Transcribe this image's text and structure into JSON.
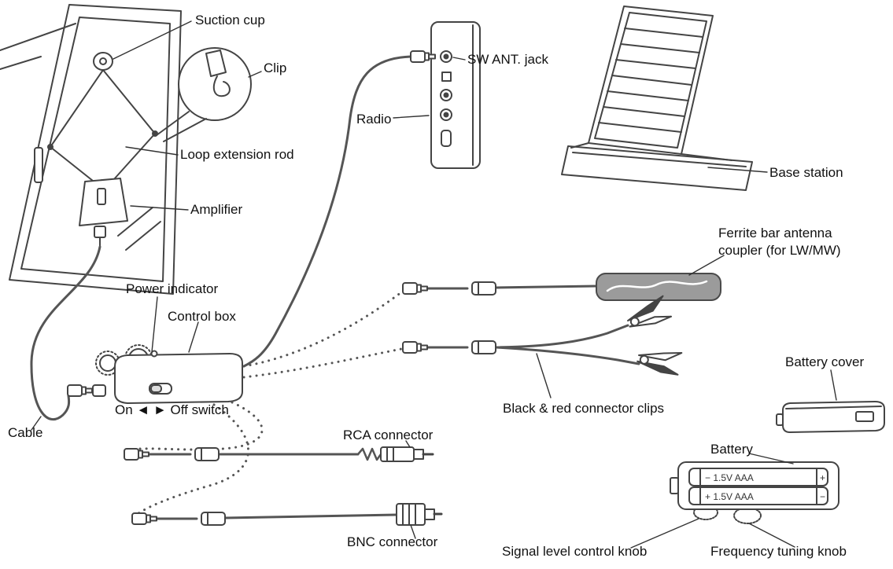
{
  "colors": {
    "line": "#444444",
    "cable": "#555555",
    "ferrite_fill": "#9b9b9b",
    "background": "#ffffff",
    "text": "#111111"
  },
  "labels": {
    "suction_cup": "Suction cup",
    "clip": "Clip",
    "loop_extension_rod": "Loop extension rod",
    "amplifier": "Amplifier",
    "sw_ant_jack": "SW ANT. jack",
    "radio": "Radio",
    "base_station": "Base station",
    "ferrite_coupler_line1": "Ferrite bar antenna",
    "ferrite_coupler_line2": "coupler (for LW/MW)",
    "power_indicator": "Power indicator",
    "control_box": "Control box",
    "on_off_switch": "On ◄ ► Off switch",
    "cable": "Cable",
    "rca_connector": "RCA connector",
    "bnc_connector": "BNC connector",
    "connector_clips": "Black & red connector clips",
    "battery_cover": "Battery cover",
    "battery": "Battery",
    "signal_level_knob": "Signal level control knob",
    "frequency_tuning_knob": "Frequency tuning knob"
  },
  "battery_markings": {
    "slot1_left": "−  1.5V  AAA",
    "slot1_right": "+",
    "slot2_left": "+  1.5V  AAA",
    "slot2_right": "−"
  }
}
